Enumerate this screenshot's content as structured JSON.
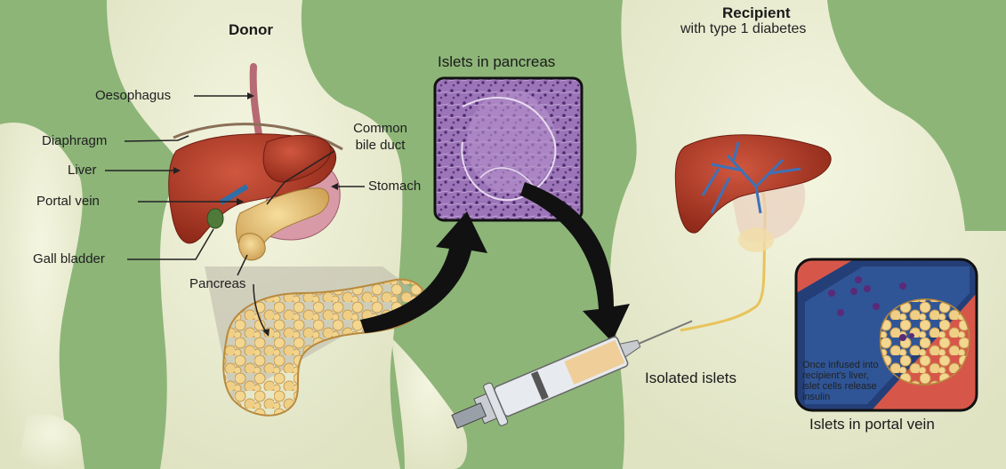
{
  "donor": {
    "title": "Donor"
  },
  "recipient": {
    "title": "Recipient",
    "subtitle": "with type 1 diabetes"
  },
  "labels": {
    "oesophagus": "Oesophagus",
    "diaphragm": "Diaphragm",
    "liver": "Liver",
    "portal_vein": "Portal vein",
    "gall_bladder": "Gall bladder",
    "pancreas": "Pancreas",
    "common_bile_duct": "Common bile duct",
    "stomach": "Stomach"
  },
  "captions": {
    "islets_in_pancreas": "Islets in pancreas",
    "isolated_islets": "Isolated islets",
    "islets_in_portal_vein": "Islets in portal vein",
    "infusion_note": "Once infused into recipient's liver, islet cells release insulin"
  },
  "colors": {
    "background": "#8db578",
    "body_silhouette": "#eef0d5",
    "liver": "#b83a2a",
    "pancreas": "#e8c579",
    "vein": "#2d6fa8",
    "histology": "#8a62a8"
  }
}
